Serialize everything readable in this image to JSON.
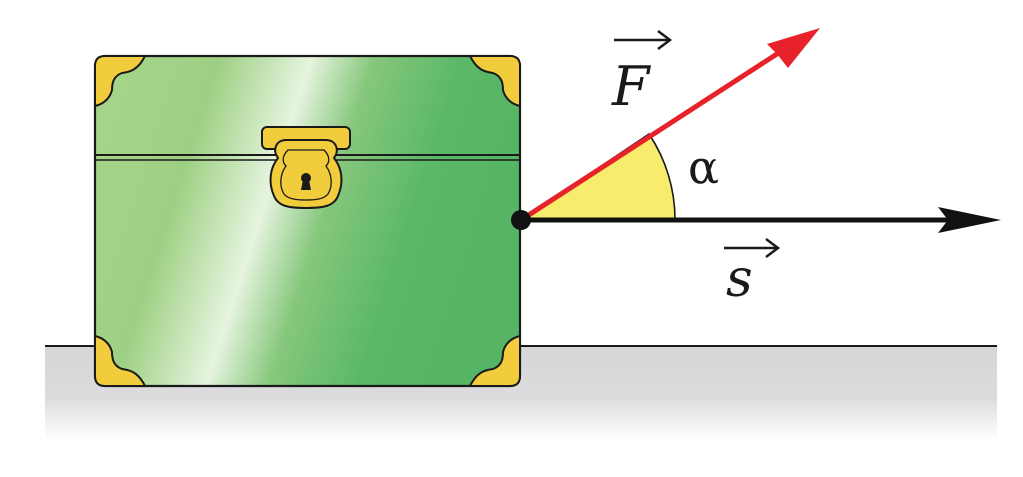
{
  "labels": {
    "force": "F",
    "displacement": "s",
    "angle": "α"
  },
  "colors": {
    "force_vector": "#e8222b",
    "displacement_vector": "#111111",
    "angle_fill": "#f7ec6b",
    "chest_green_light": "#a6d58a",
    "chest_green_dark": "#55b565",
    "brass": "#f1cc3c",
    "floor": "#d6d6d8"
  },
  "icons": {
    "chest": "treasure-chest-icon",
    "lock": "keyhole-lock-icon"
  }
}
